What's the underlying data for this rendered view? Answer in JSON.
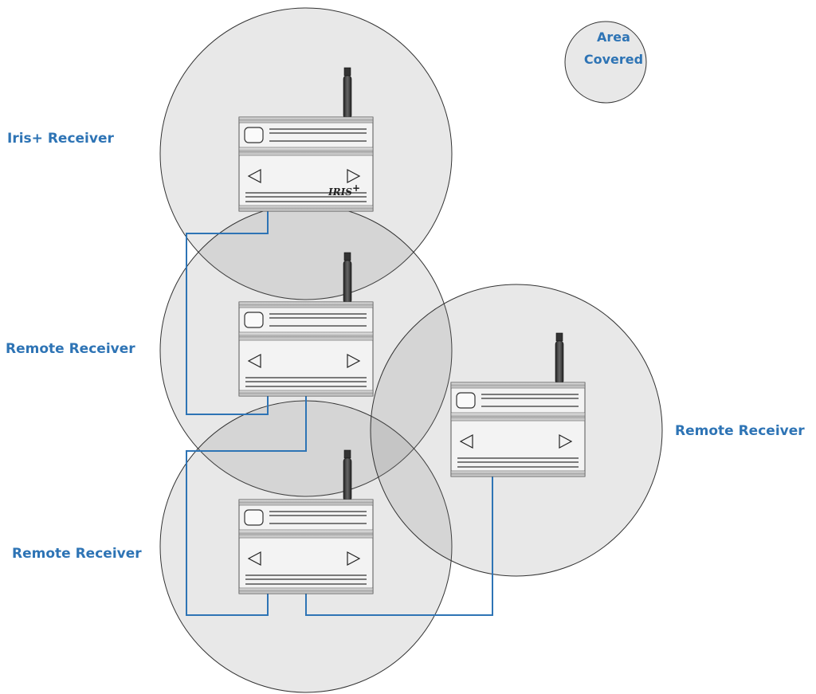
{
  "legend": {
    "line1": "Area",
    "line2": "Covered"
  },
  "colors": {
    "link": "#2e74b5",
    "label": "#2e74b5",
    "coverage": "#d9d9d9"
  },
  "receivers": [
    {
      "id": "iris",
      "label": "Iris+ Receiver",
      "brand": "IRIS",
      "brand_sup": "+"
    },
    {
      "id": "remote-1",
      "label": "Remote Receiver"
    },
    {
      "id": "remote-2",
      "label": "Remote Receiver"
    },
    {
      "id": "remote-3",
      "label": "Remote Receiver"
    }
  ]
}
